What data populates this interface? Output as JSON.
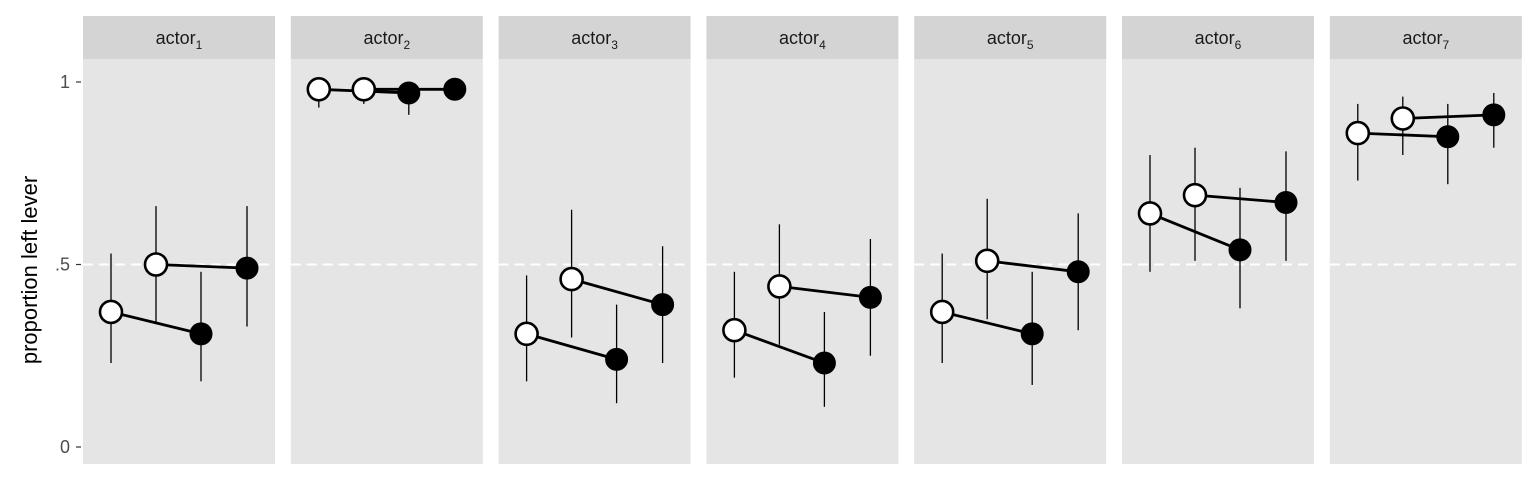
{
  "chart_data": {
    "type": "scatter",
    "ylabel": "proportion left lever",
    "xlabel": "",
    "ylim": [
      0,
      1
    ],
    "y_ticks": [
      {
        "value": 0,
        "label": "0"
      },
      {
        "value": 0.5,
        "label": ".5"
      },
      {
        "value": 1,
        "label": "1"
      }
    ],
    "reference_line": {
      "y": 0.5,
      "style": "dashed",
      "color": "#ffffff"
    },
    "panel_strip_color": "#d4d4d4",
    "panel_background": "#e5e5e5",
    "point_order": [
      "open",
      "open",
      "filled",
      "filled"
    ],
    "connections": [
      [
        0,
        2
      ],
      [
        1,
        3
      ]
    ],
    "panels": [
      {
        "label": "actor",
        "subscript": "1",
        "points": [
          {
            "y": 0.37,
            "lo": 0.23,
            "hi": 0.53
          },
          {
            "y": 0.5,
            "lo": 0.34,
            "hi": 0.66
          },
          {
            "y": 0.31,
            "lo": 0.18,
            "hi": 0.48
          },
          {
            "y": 0.49,
            "lo": 0.33,
            "hi": 0.66
          }
        ]
      },
      {
        "label": "actor",
        "subscript": "2",
        "points": [
          {
            "y": 0.98,
            "lo": 0.93,
            "hi": 0.99
          },
          {
            "y": 0.98,
            "lo": 0.94,
            "hi": 0.99
          },
          {
            "y": 0.97,
            "lo": 0.91,
            "hi": 0.99
          },
          {
            "y": 0.98,
            "lo": 0.95,
            "hi": 0.99
          }
        ]
      },
      {
        "label": "actor",
        "subscript": "3",
        "points": [
          {
            "y": 0.31,
            "lo": 0.18,
            "hi": 0.47
          },
          {
            "y": 0.46,
            "lo": 0.3,
            "hi": 0.65
          },
          {
            "y": 0.24,
            "lo": 0.12,
            "hi": 0.39
          },
          {
            "y": 0.39,
            "lo": 0.23,
            "hi": 0.55
          }
        ]
      },
      {
        "label": "actor",
        "subscript": "4",
        "points": [
          {
            "y": 0.32,
            "lo": 0.19,
            "hi": 0.48
          },
          {
            "y": 0.44,
            "lo": 0.28,
            "hi": 0.61
          },
          {
            "y": 0.23,
            "lo": 0.11,
            "hi": 0.37
          },
          {
            "y": 0.41,
            "lo": 0.25,
            "hi": 0.57
          }
        ]
      },
      {
        "label": "actor",
        "subscript": "5",
        "points": [
          {
            "y": 0.37,
            "lo": 0.23,
            "hi": 0.53
          },
          {
            "y": 0.51,
            "lo": 0.35,
            "hi": 0.68
          },
          {
            "y": 0.31,
            "lo": 0.17,
            "hi": 0.48
          },
          {
            "y": 0.48,
            "lo": 0.32,
            "hi": 0.64
          }
        ]
      },
      {
        "label": "actor",
        "subscript": "6",
        "points": [
          {
            "y": 0.64,
            "lo": 0.48,
            "hi": 0.8
          },
          {
            "y": 0.69,
            "lo": 0.51,
            "hi": 0.82
          },
          {
            "y": 0.54,
            "lo": 0.38,
            "hi": 0.71
          },
          {
            "y": 0.67,
            "lo": 0.51,
            "hi": 0.81
          }
        ]
      },
      {
        "label": "actor",
        "subscript": "7",
        "points": [
          {
            "y": 0.86,
            "lo": 0.73,
            "hi": 0.94
          },
          {
            "y": 0.9,
            "lo": 0.8,
            "hi": 0.96
          },
          {
            "y": 0.85,
            "lo": 0.72,
            "hi": 0.94
          },
          {
            "y": 0.91,
            "lo": 0.82,
            "hi": 0.97
          }
        ]
      }
    ]
  }
}
